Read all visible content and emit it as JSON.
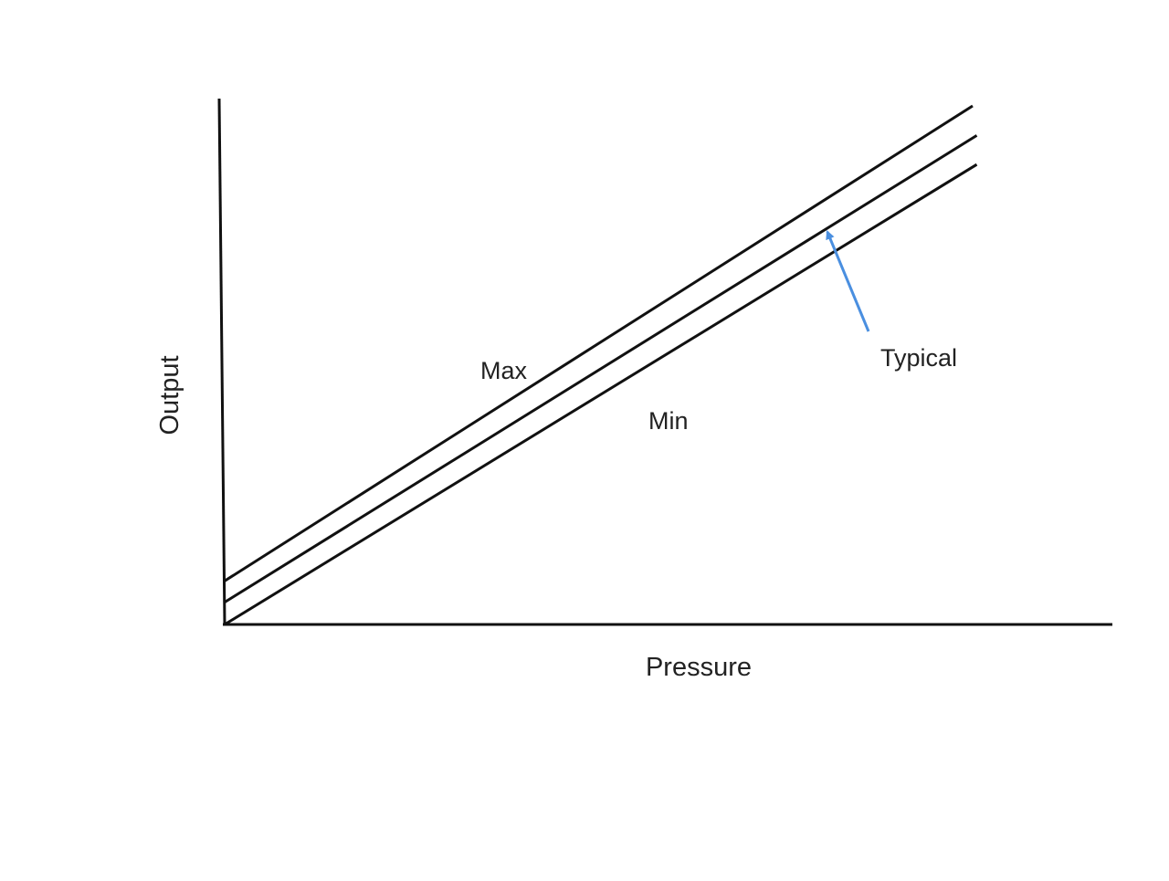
{
  "chart_data": {
    "type": "line",
    "title": "",
    "xlabel": "Pressure",
    "ylabel": "Output",
    "xlim": [
      0,
      100
    ],
    "ylim": [
      0,
      100
    ],
    "grid": false,
    "ticks": false,
    "series": [
      {
        "name": "Max",
        "x": [
          0,
          90.6
        ],
        "y": [
          8.4,
          100
        ]
      },
      {
        "name": "Typical",
        "x": [
          0,
          91.1
        ],
        "y": [
          4.3,
          94.3
        ]
      },
      {
        "name": "Min",
        "x": [
          0,
          91.1
        ],
        "y": [
          0,
          88.7
        ]
      }
    ],
    "annotations": [
      {
        "text": "Typical",
        "target_series": "Typical",
        "arrow_color": "#4a8fe0"
      }
    ],
    "colors": {
      "series": "#111111",
      "axis": "#111111",
      "arrow": "#4a8fe0"
    }
  }
}
